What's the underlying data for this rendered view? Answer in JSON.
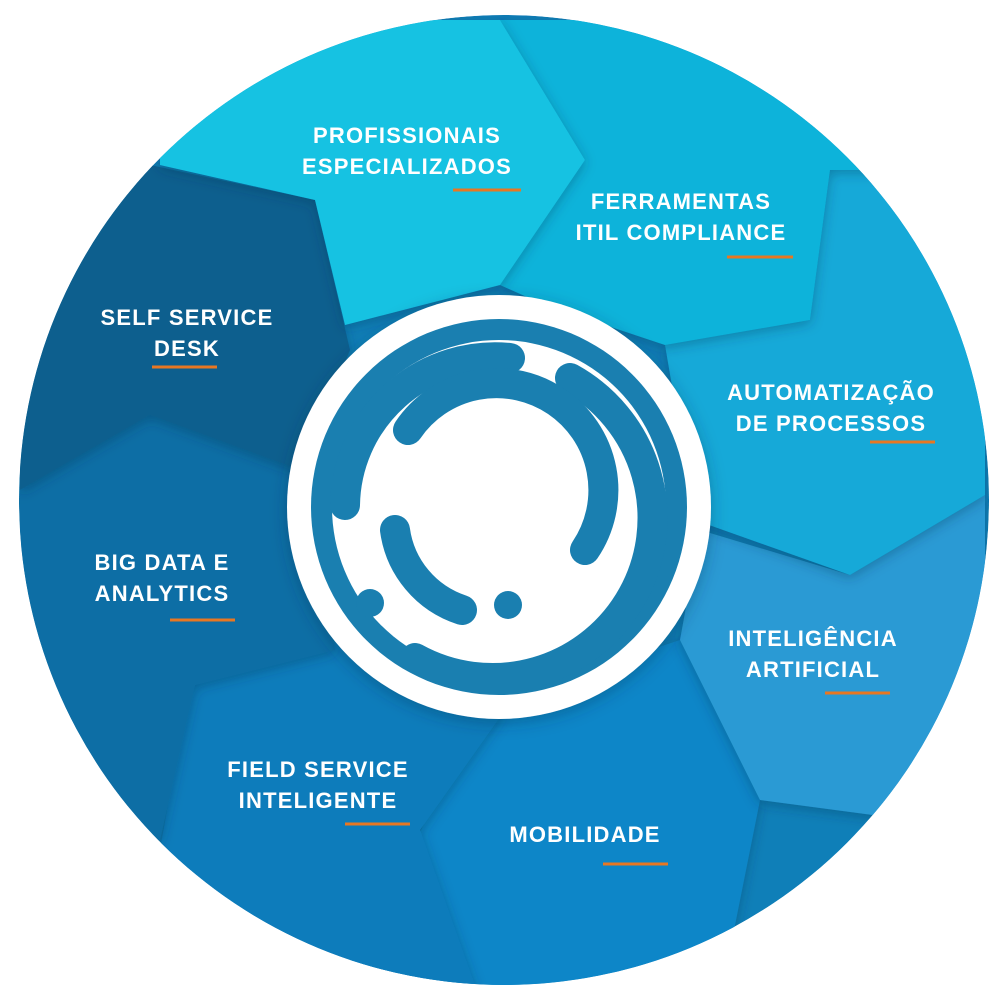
{
  "colors": {
    "accent_underline": "#e87722",
    "logo_blue": "#1a7fb0",
    "center_white": "#ffffff"
  },
  "center_logo": {
    "icon": "circular-rings-logo-icon"
  },
  "segments": [
    {
      "id": "profissionais-especializados",
      "lines": [
        "PROFISSIONAIS",
        "ESPECIALIZADOS"
      ],
      "color": "#15c2e2"
    },
    {
      "id": "ferramentas-itil-compliance",
      "lines": [
        "FERRAMENTAS",
        "ITIL COMPLIANCE"
      ],
      "color": "#10b3da"
    },
    {
      "id": "automatizacao-de-processos",
      "lines": [
        "AUTOMATIZAÇÃO",
        "DE PROCESSOS"
      ],
      "color": "#13a9d8"
    },
    {
      "id": "inteligencia-artificial",
      "lines": [
        "INTELIGÊNCIA",
        "ARTIFICIAL"
      ],
      "color": "#2a9ad4"
    },
    {
      "id": "mobilidade",
      "lines": [
        "MOBILIDADE"
      ],
      "color": "#0f86c8"
    },
    {
      "id": "field-service-inteligente",
      "lines": [
        "FIELD SERVICE",
        "INTELIGENTE"
      ],
      "color": "#0d7cbb"
    },
    {
      "id": "big-data-e-analytics",
      "lines": [
        "BIG DATA E",
        "ANALYTICS"
      ],
      "color": "#0c6ea5"
    },
    {
      "id": "self-service-desk",
      "lines": [
        "SELF SERVICE",
        "DESK"
      ],
      "color": "#0b5f8e"
    }
  ]
}
